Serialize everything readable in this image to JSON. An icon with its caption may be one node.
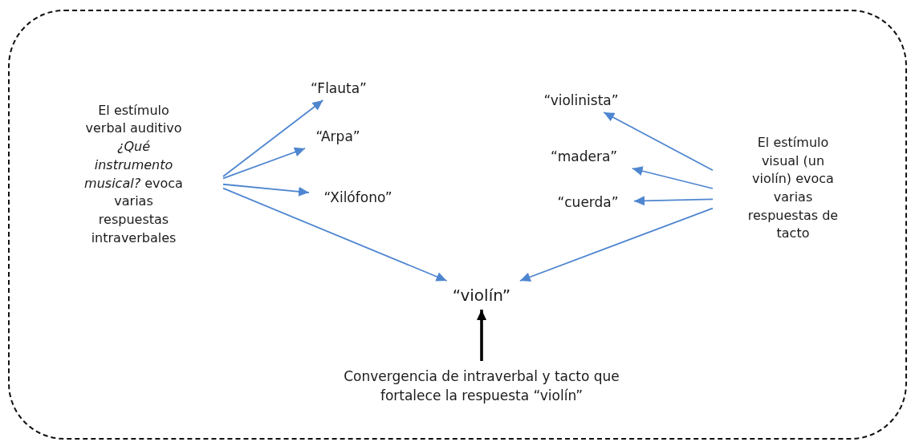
{
  "diagram": {
    "nodes": [
      {
        "text": [],
        "shape": "box"
      },
      {
        "text": [
          "El estímulo verbal auditivo *¿Qué instrumento musical?* evoca varias respuestas intraverbales"
        ],
        "in": 0
      },
      {
        "text": [
          "“Flauta”"
        ],
        "in": 0
      },
      {
        "text": [
          "“Arpa”"
        ],
        "in": 0
      },
      {
        "text": [
          "“Xilófono”"
        ],
        "in": 0
      },
      {
        "text": [
          "“violinista”"
        ],
        "in": 0
      },
      {
        "text": [
          "“madera”"
        ],
        "in": 0
      },
      {
        "text": [
          "“cuerda”"
        ],
        "in": 0
      },
      {
        "text": [
          "El estímulo visual (un violín) evoca varias respuestas de tacto"
        ],
        "in": 0
      },
      {
        "text": [
          "“violín”"
        ],
        "in": 0
      },
      {
        "text": [
          "Convergencia de intraverbal y tacto que fortalece la respuesta “violín”"
        ],
        "in": 0
      }
    ],
    "edges": [
      {
        "from": 1,
        "to": 2,
        "arrow": "to"
      },
      {
        "from": 1,
        "to": 3,
        "arrow": "to"
      },
      {
        "from": 1,
        "to": 4,
        "arrow": "to"
      },
      {
        "from": 1,
        "to": 9,
        "arrow": "to"
      },
      {
        "from": 8,
        "to": 5,
        "arrow": "to"
      },
      {
        "from": 8,
        "to": 6,
        "arrow": "to"
      },
      {
        "from": 8,
        "to": 7,
        "arrow": "to"
      },
      {
        "from": 8,
        "to": 9,
        "arrow": "to"
      },
      {
        "from": 10,
        "to": 9,
        "arrow": "to",
        "style": "thick",
        "color": "#000000"
      }
    ]
  }
}
